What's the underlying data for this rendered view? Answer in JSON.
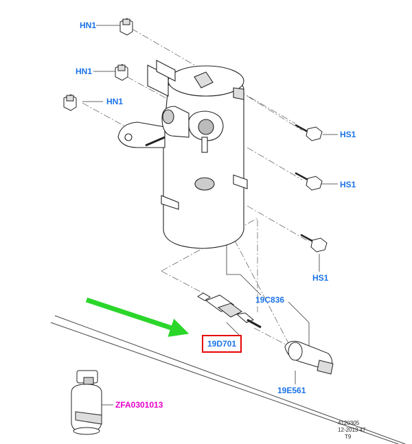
{
  "labels": {
    "hn1_a": "HN1",
    "hn1_b": "HN1",
    "hn1_c": "HN1",
    "hs1_a": "HS1",
    "hs1_b": "HS1",
    "hs1_c": "HS1",
    "part_19c836": "19C836",
    "part_19d701": "19D701",
    "part_19e561": "19E561",
    "part_zfa": "ZFA0301013"
  },
  "reference": {
    "line1": "4120305",
    "line2": "12-2013 47",
    "line3": "T9"
  },
  "colors": {
    "label_blue": "#1a73e8",
    "label_magenta": "#e600c8",
    "highlight_red": "#e60000",
    "arrow_green": "#2bd62b",
    "line": "#333333"
  },
  "icons": {
    "arrow": "green-pointer-arrow-icon"
  }
}
